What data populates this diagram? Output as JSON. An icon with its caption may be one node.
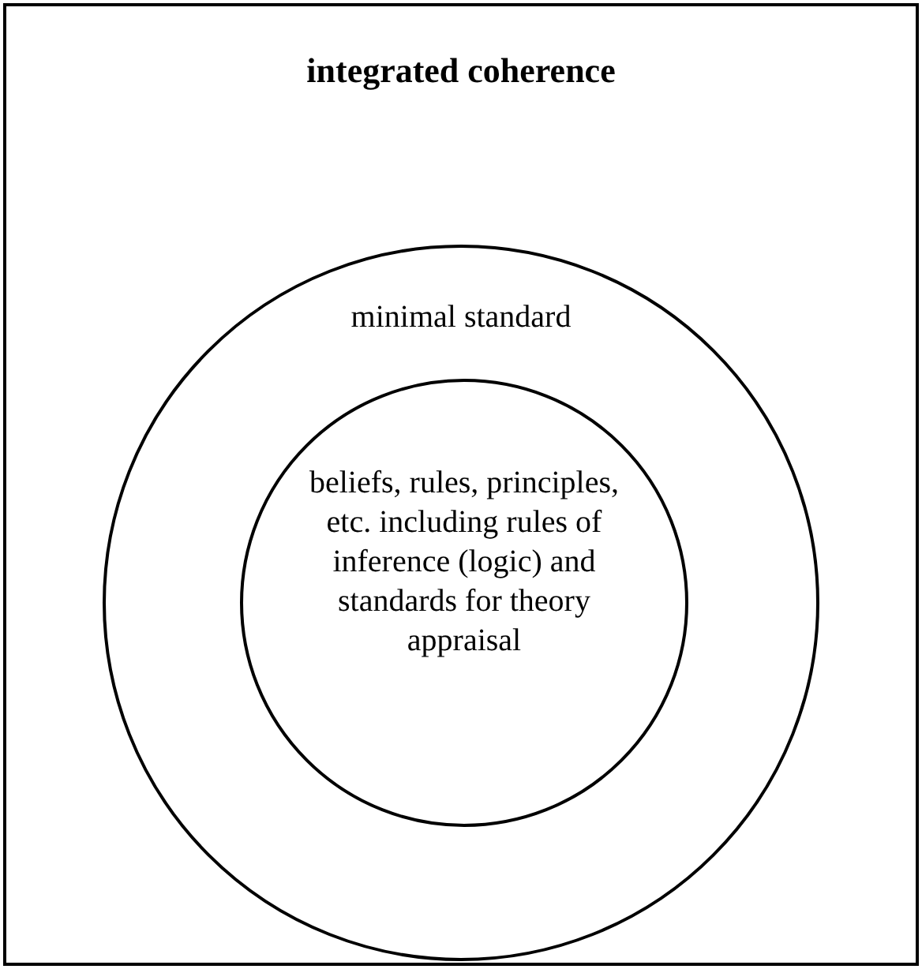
{
  "diagram": {
    "nodes": [
      {
        "text": [
          "integrated coherence"
        ]
      },
      {
        "text": [
          "minimal standard"
        ],
        "in": 0
      },
      {
        "text": [
          "beliefs, rules, principles, etc. including rules of inference (logic) and standards for theory appraisal"
        ],
        "in": 1
      }
    ]
  }
}
